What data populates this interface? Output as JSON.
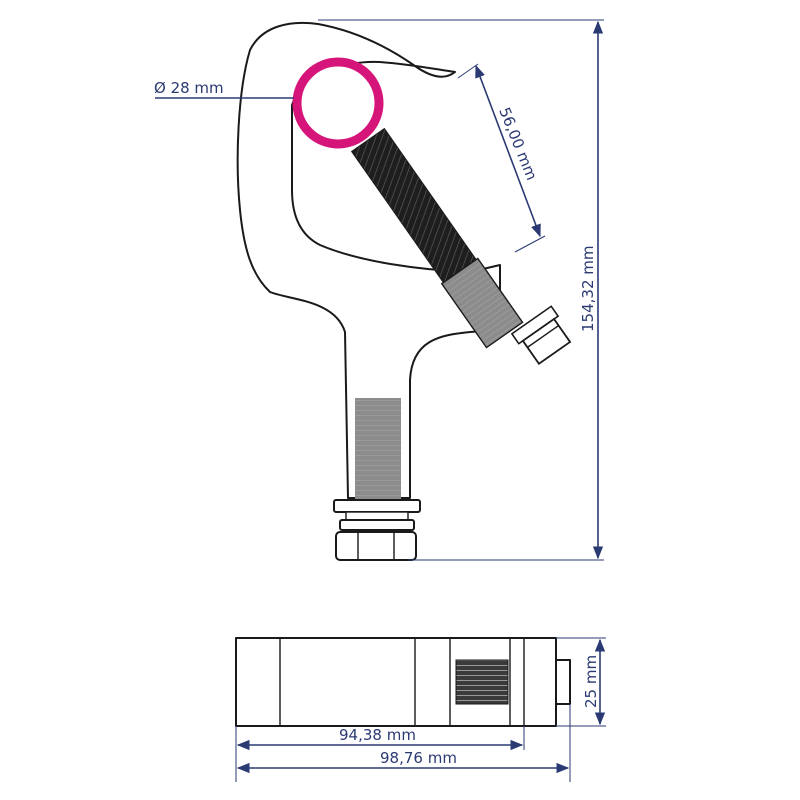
{
  "colors": {
    "dimension": "#2b3a73",
    "ring": "#d6157a",
    "outline": "#1a1a1a",
    "thread_dark": "#1e1e1e",
    "thread_grey": "#8c8c8c"
  },
  "dimensions": {
    "diameter": "Ø  28 mm",
    "bolt_length": "56,00 mm",
    "height": "154,32 mm",
    "thickness": "25 mm",
    "width_inner": "94,38 mm",
    "width_outer": "98,76 mm"
  }
}
